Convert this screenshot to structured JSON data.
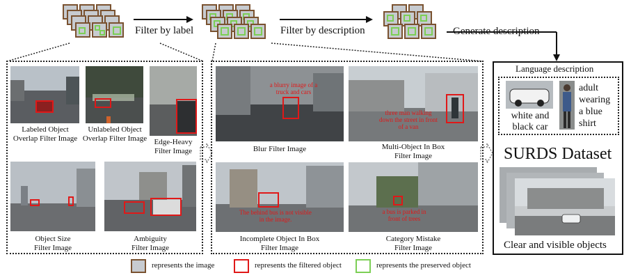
{
  "flow": {
    "step1": "Filter by label",
    "step2": "Filter by description",
    "step3": "Generate description"
  },
  "label_filters": [
    {
      "caption_line1": "Labeled Object",
      "caption_line2": "Overlap Filter Image"
    },
    {
      "caption_line1": "Unlabeled Object",
      "caption_line2": "Overlap Filter Image"
    },
    {
      "caption_line1": "Edge-Heavy",
      "caption_line2": "Filter Image"
    },
    {
      "caption_line1": "Object Size",
      "caption_line2": "Filter Image"
    },
    {
      "caption_line1": "Ambiguity",
      "caption_line2": "Filter Image"
    }
  ],
  "description_filters": [
    {
      "caption_line1": "Blur Filter Image",
      "caption_line2": "",
      "annotation": "a blurry image of a truck and cars"
    },
    {
      "caption_line1": "Multi-Object In Box",
      "caption_line2": "Filter Image",
      "annotation": "three man walking down the street in front of a van"
    },
    {
      "caption_line1": "Incomplete Object In Box",
      "caption_line2": "Filter Image",
      "annotation": "The behind bus is not visible in the image."
    },
    {
      "caption_line1": "Category Mistake",
      "caption_line2": "Filter Image",
      "annotation": "a bus is parked in front of trees"
    }
  ],
  "language_description": {
    "title": "Language description",
    "examples": [
      {
        "text_line1": "white and",
        "text_line2": "black car"
      },
      {
        "text_line1": "adult",
        "text_line2": "wearing",
        "text_line3": "a blue",
        "text_line4": "shirt"
      }
    ]
  },
  "dataset": {
    "title": "SURDS Dataset",
    "caption": "Clear and visible objects"
  },
  "legend": {
    "image": "represents the image",
    "filtered": "represents the filtered object",
    "preserved": "represents the preserved object"
  },
  "colors": {
    "image_border": "#7a5230",
    "image_fill": "#c7cbd0",
    "filtered": "#e01818",
    "preserved": "#7ccf55"
  }
}
